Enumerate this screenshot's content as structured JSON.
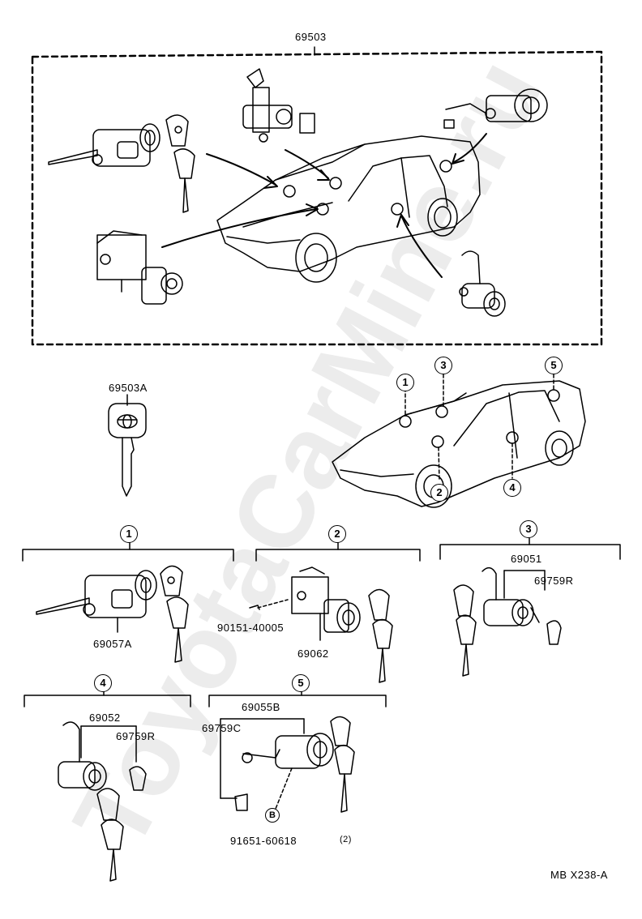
{
  "watermark": "ToyotaCarMine.ru",
  "kit": {
    "part_no": "69503"
  },
  "key": {
    "part_no": "69503A"
  },
  "locations": [
    "1",
    "2",
    "3",
    "4",
    "5"
  ],
  "groups": [
    {
      "num": "1",
      "parts": [
        "69057A"
      ]
    },
    {
      "num": "2",
      "parts": [
        "90151-40005",
        "69062"
      ]
    },
    {
      "num": "3",
      "parts": [
        "69051",
        "69759R"
      ]
    },
    {
      "num": "4",
      "parts": [
        "69052",
        "69759R"
      ]
    },
    {
      "num": "5",
      "parts": [
        "69055B",
        "69759C",
        "91651-60618",
        "(2)"
      ],
      "ref": "B"
    }
  ],
  "footer": {
    "code": "MB X238-A"
  }
}
